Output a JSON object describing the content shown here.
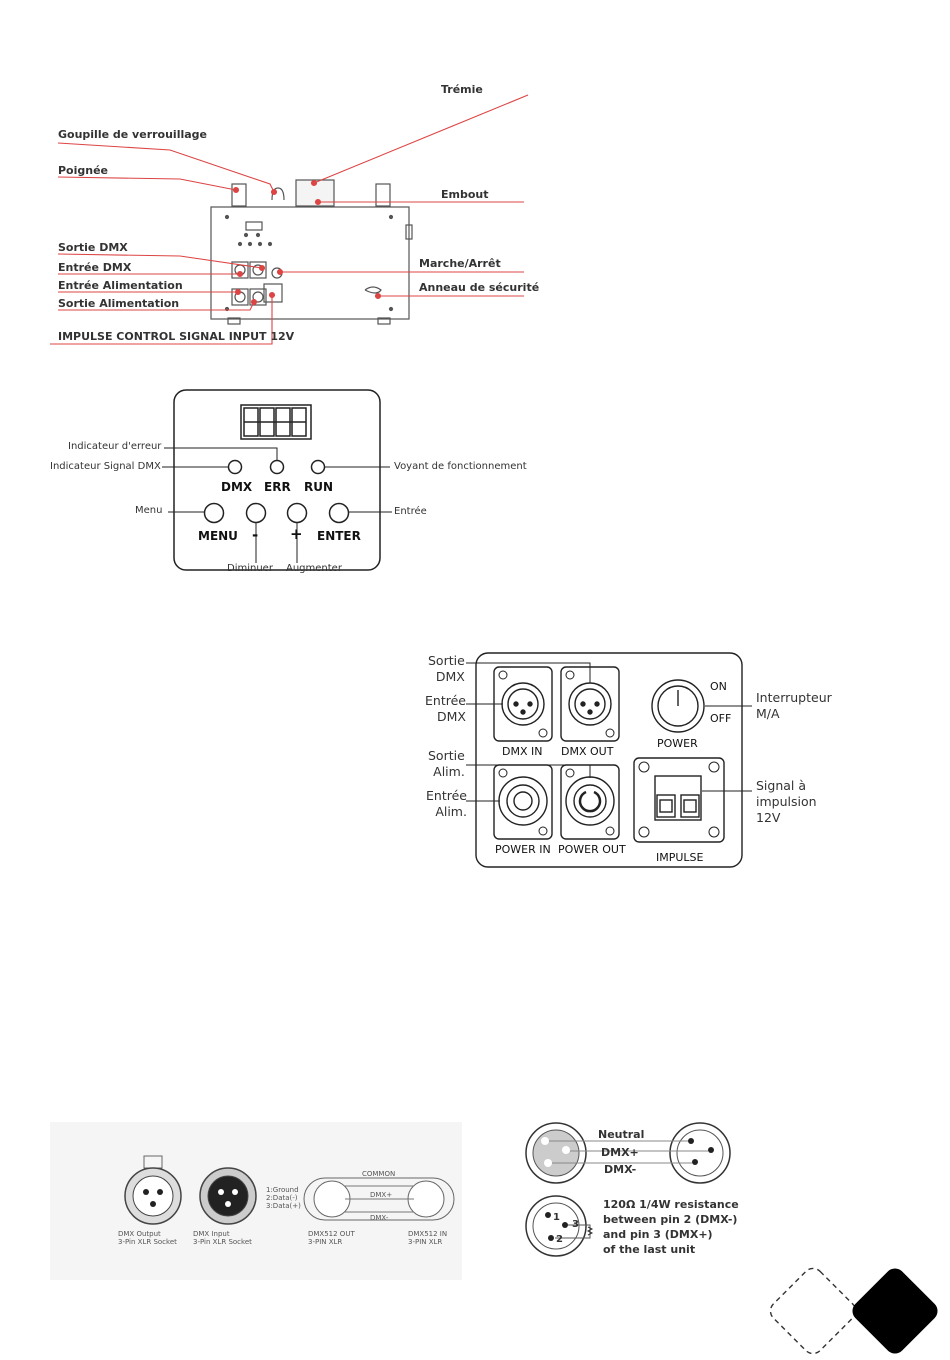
{
  "machine_labels": {
    "tremie": "Trémie",
    "goupille": "Goupille de verrouillage",
    "poignee": "Poignée",
    "embout": "Embout",
    "sortie_dmx": "Sortie DMX",
    "entree_dmx": "Entrée DMX",
    "entree_alim": "Entrée Alimentation",
    "sortie_alim": "Sortie Alimentation",
    "marche_arret": "Marche/Arrêt",
    "anneau": "Anneau de sécurité",
    "impulse_input": "IMPULSE CONTROL SIGNAL INPUT 12V"
  },
  "control_panel": {
    "err_indicator": "Indicateur d'erreur",
    "dmx_indicator": "Indicateur Signal DMX",
    "run_indicator": "Voyant de fonctionnement",
    "menu_callout": "Menu",
    "enter_callout": "Entrée",
    "minus_callout": "Diminuer",
    "plus_callout": "Augmenter",
    "dmx": "DMX",
    "err": "ERR",
    "run": "RUN",
    "menu": "MENU",
    "minus": "-",
    "plus": "+",
    "enter": "ENTER"
  },
  "rear_panel": {
    "sortie_dmx": "Sortie\nDMX",
    "entree_dmx": "Entrée\nDMX",
    "sortie_alim": "Sortie\nAlim.",
    "entree_alim": "Entrée\nAlim.",
    "interrupteur": "Interrupteur\nM/A",
    "signal": "Signal à\nimpulsion\n12V",
    "dmx_in": "DMX IN",
    "dmx_out": "DMX OUT",
    "power": "POWER",
    "on": "ON",
    "off": "OFF",
    "power_in": "POWER IN",
    "power_out": "POWER OUT",
    "impulse": "IMPULSE"
  },
  "dmx_wiring": {
    "dmx_output": "DMX Output\n3-Pin XLR Socket",
    "dmx_input": "DMX Input\n3-Pin XLR Socket",
    "pin_list": "1:Ground\n2:Data(-)\n3:Data(+)",
    "common": "COMMON",
    "dmx_plus": "DMX+",
    "dmx_minus": "DMX-",
    "dmx512_out": "DMX512 OUT\n3-PIN XLR",
    "dmx512_in": "DMX512 IN\n3-PIN XLR",
    "neutral": "Neutral",
    "dmx_plus_wire": "DMX+",
    "dmx_minus_wire": "DMX-",
    "terminator_note": "120Ω 1/4W resistance\nbetween pin 2 (DMX-)\nand pin 3 (DMX+)\nof the last unit",
    "pin1": "1",
    "pin2": "2",
    "pin3": "3"
  }
}
